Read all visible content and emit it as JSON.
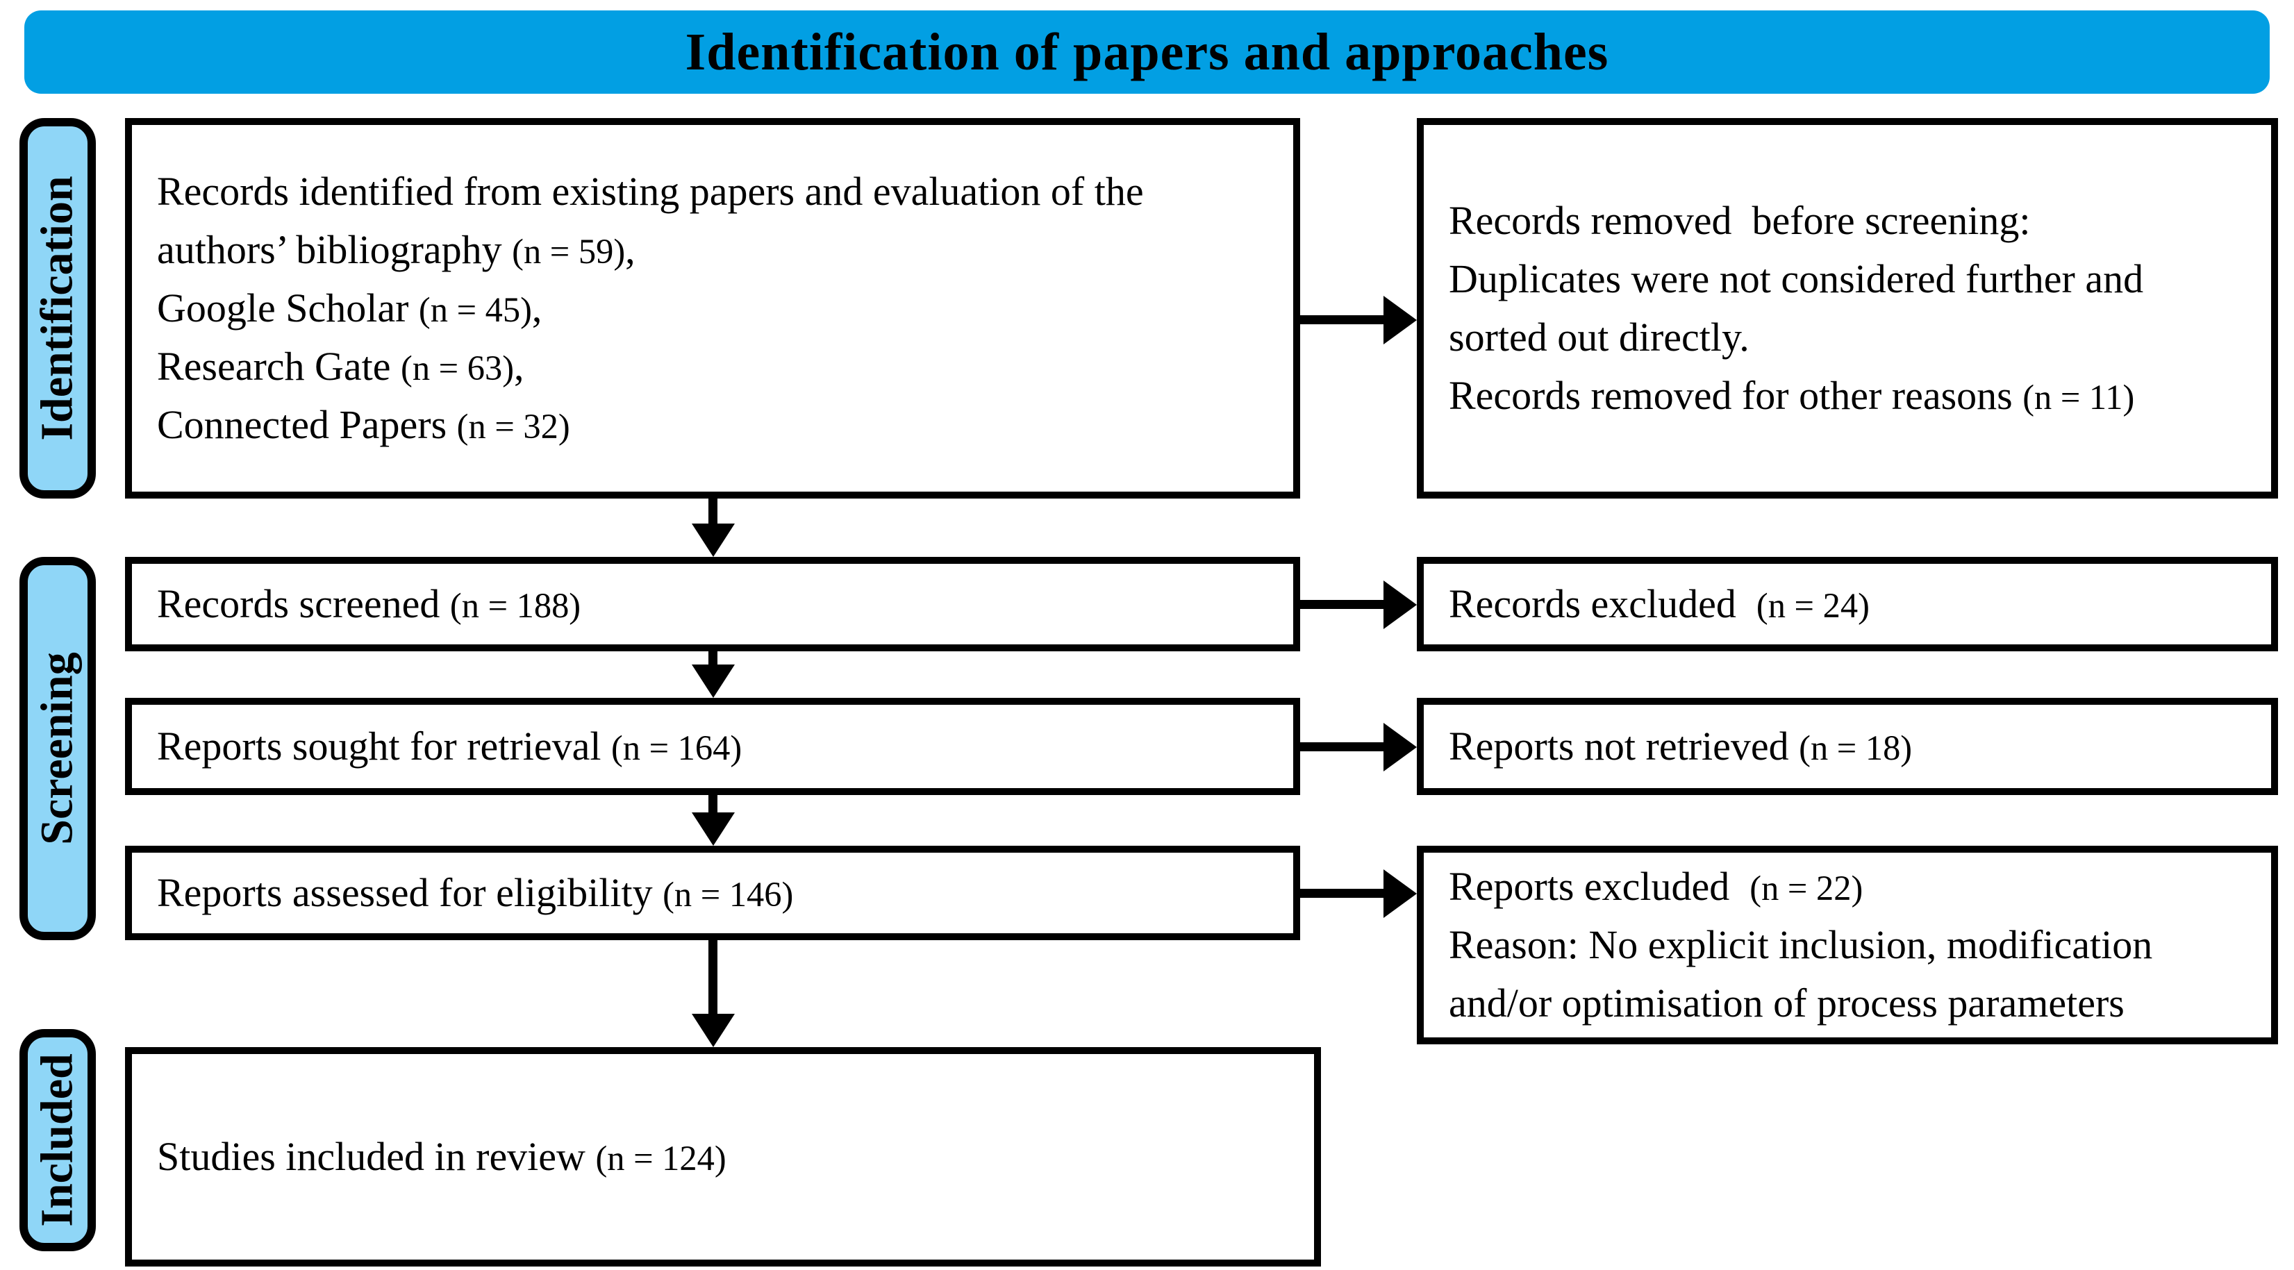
{
  "title": "Identification of papers and approaches",
  "colors": {
    "banner_blue": "#029FE3",
    "stage_blue": "#8FD6F7",
    "box_border": "#000000",
    "box_fill": "#FFFFFF",
    "text": "#000000"
  },
  "stages": [
    {
      "label": "Identification"
    },
    {
      "label": "Screening"
    },
    {
      "label": "Included"
    }
  ],
  "flow": {
    "records_identified": "Records identified from existing papers and evaluation of the\nauthors’ bibliography (n = 59),\nGoogle Scholar (n = 45),\nResearch Gate (n = 63),\nConnected Papers (n = 32)",
    "records_removed": "Records removed  before screening:\nDuplicates were not considered further and\nsorted out directly.\nRecords removed for other reasons (n = 11)",
    "records_screened": "Records screened (n = 188)",
    "records_excluded": "Records excluded  (n = 24)",
    "reports_sought": "Reports sought for retrieval (n = 164)",
    "reports_not_retrieved": "Reports not retrieved (n = 18)",
    "reports_assessed": "Reports assessed for eligibility (n = 146)",
    "reports_excluded": "Reports excluded  (n = 22)\nReason: No explicit inclusion, modification\nand/or optimisation of process parameters",
    "studies_included": "Studies included in review (n = 124)"
  },
  "counts": {
    "identified_existing_papers_and_bibliography": 59,
    "identified_google_scholar": 45,
    "identified_research_gate": 63,
    "identified_connected_papers": 32,
    "removed_other_reasons": 11,
    "records_screened": 188,
    "records_excluded": 24,
    "reports_sought_for_retrieval": 164,
    "reports_not_retrieved": 18,
    "reports_assessed_for_eligibility": 146,
    "reports_excluded": 22,
    "studies_included_in_review": 124
  }
}
